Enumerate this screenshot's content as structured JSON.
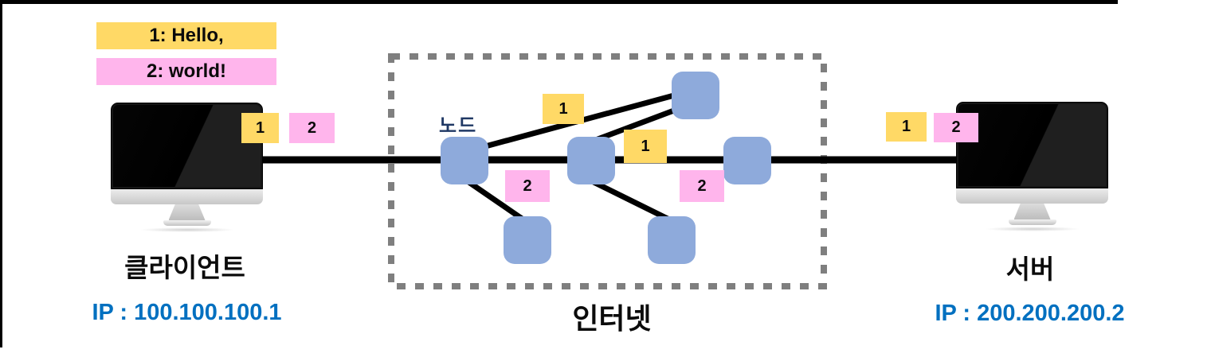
{
  "legend": {
    "items": [
      {
        "label": "1: Hello,",
        "color_key": "packet1_color"
      },
      {
        "label": "2: world!",
        "color_key": "packet2_color"
      }
    ]
  },
  "client": {
    "name": "클라이언트",
    "ip": "IP : 100.100.100.1",
    "packets": [
      {
        "label": "1"
      },
      {
        "label": "2"
      }
    ]
  },
  "server": {
    "name": "서버",
    "ip": "IP : 200.200.200.2",
    "packets": [
      {
        "label": "1"
      },
      {
        "label": "2"
      }
    ]
  },
  "internet": {
    "name": "인터넷",
    "node_label": "노드",
    "node_count": 6,
    "packet_tags": [
      {
        "label": "1",
        "type": "yellow"
      },
      {
        "label": "1",
        "type": "yellow"
      },
      {
        "label": "2",
        "type": "pink"
      },
      {
        "label": "2",
        "type": "pink"
      }
    ]
  },
  "colors": {
    "packet1_color": "#FFD966",
    "packet2_color": "#FFB5EC",
    "node_color": "#8EAADB",
    "node_label_color": "#1F3864",
    "ip_color": "#0070C0",
    "dash_color": "#7F7F7F",
    "wire_color": "#000000"
  }
}
